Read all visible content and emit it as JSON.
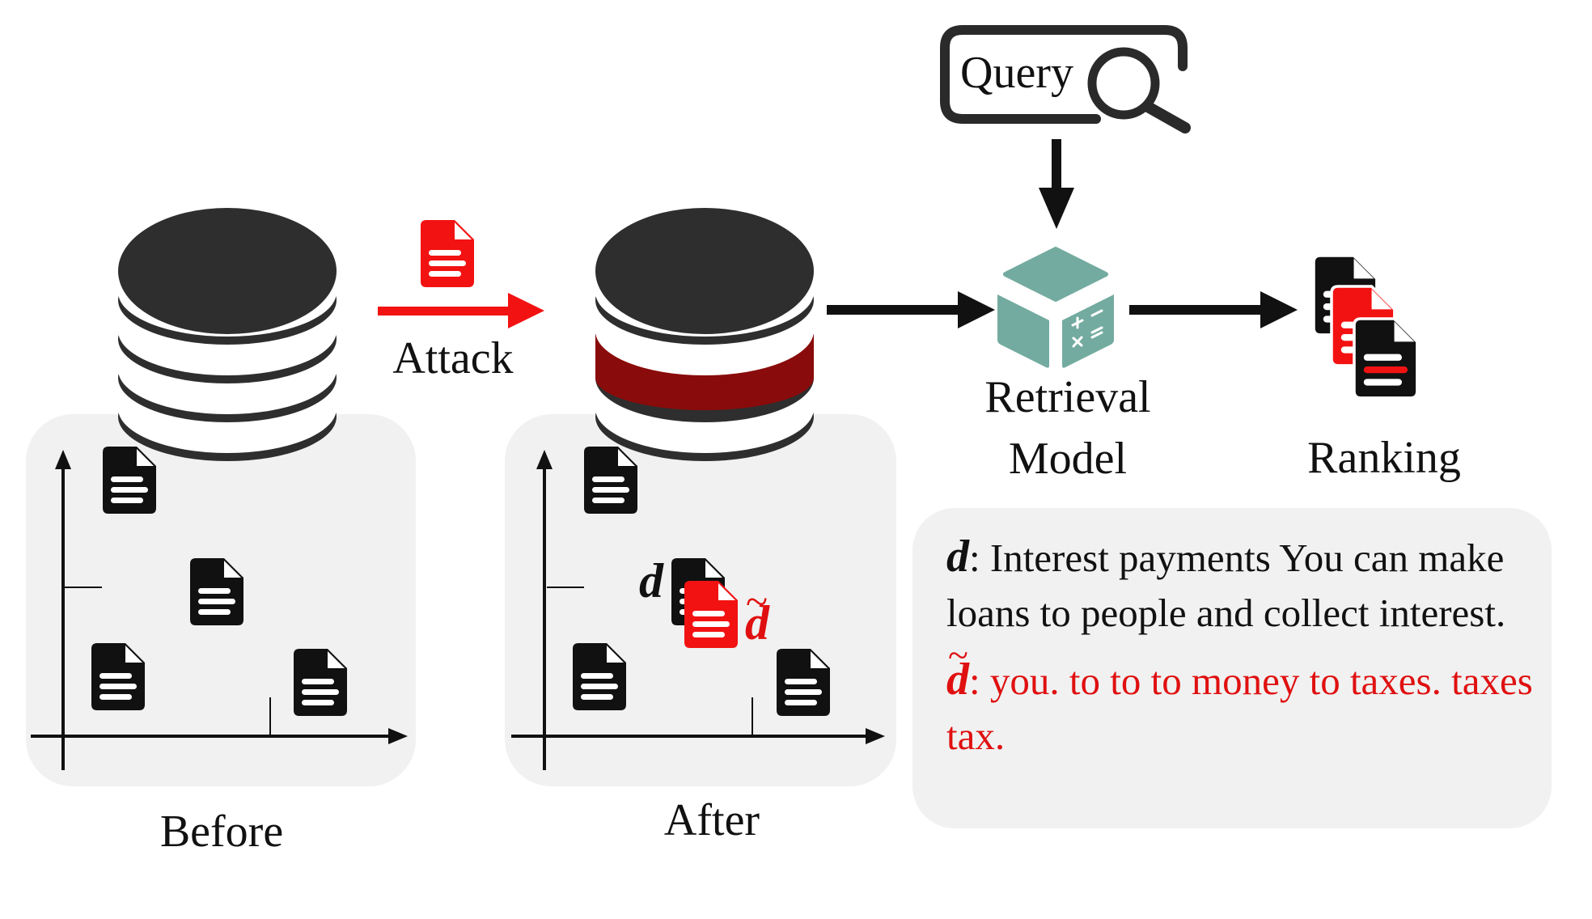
{
  "labels": {
    "attack": "Attack",
    "query": "Query",
    "retrieval_line1": "Retrieval",
    "retrieval_line2": "Model",
    "ranking": "Ranking",
    "before": "Before",
    "after": "After",
    "doc_symbol": "d",
    "adv_symbol": "d",
    "tilde": "~",
    "colon": ":"
  },
  "passages": {
    "original": "Interest payments You can make loans to people and collect interest.",
    "adversarial": "you. to to to money to taxes. taxes tax."
  },
  "colors": {
    "ink": "#111111",
    "database": "#2e2e2e",
    "poison_layer": "#8a0b0b",
    "attack_red": "#f21212",
    "model_teal": "#74aba0",
    "panel_gray": "#f1f1f1"
  },
  "icons": {
    "database": "database-icon",
    "document": "document-icon",
    "search": "magnifier-icon",
    "model": "calculator-cube-icon"
  }
}
